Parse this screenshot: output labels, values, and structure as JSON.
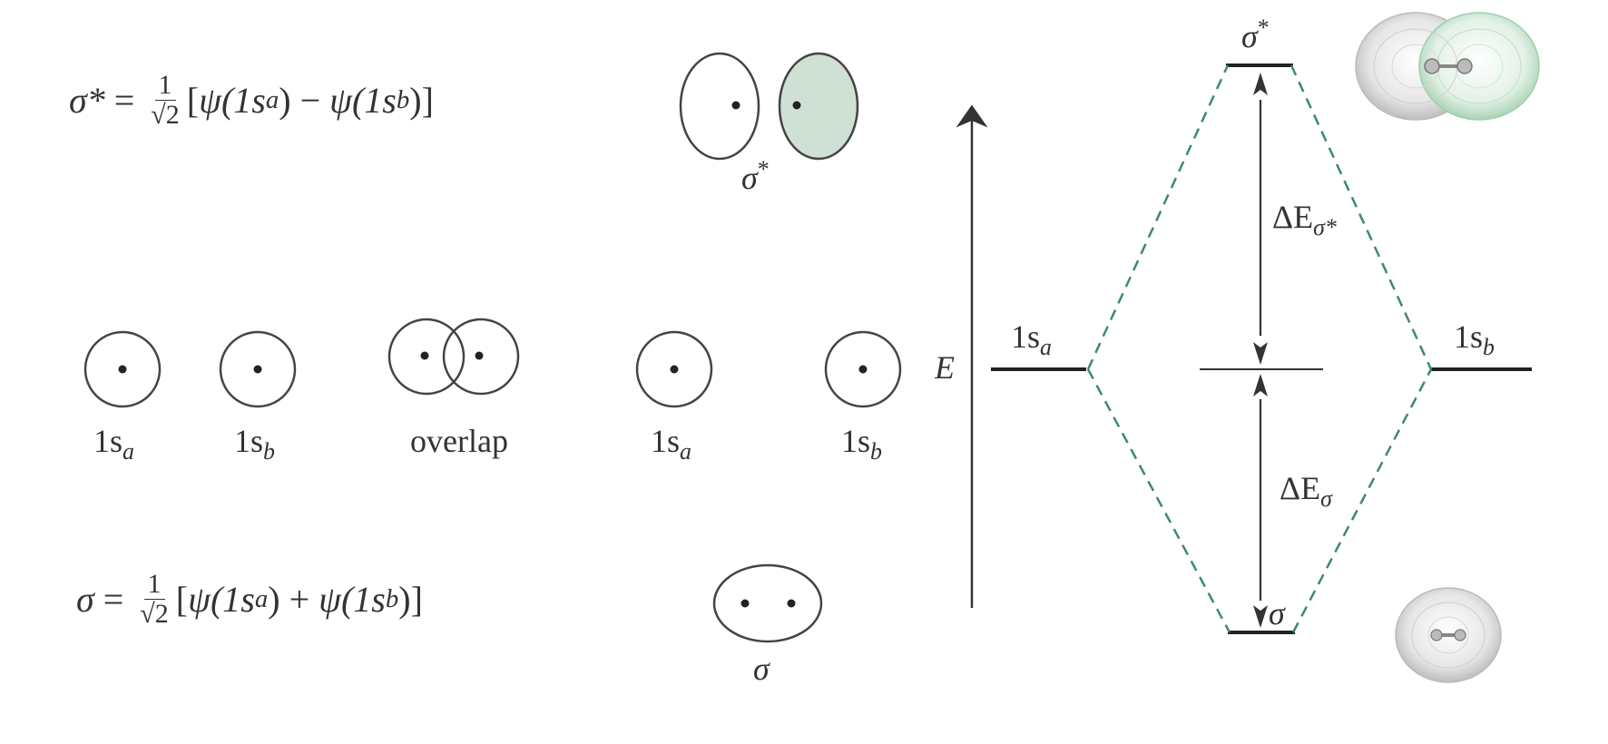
{
  "equations": {
    "antibonding": {
      "lhs": "σ*",
      "eq": "=",
      "frac_num": "1",
      "frac_den": "√2",
      "open": "[",
      "psi1": "ψ(1s",
      "sub1": "a",
      "close1": ")",
      "op": "−",
      "psi2": "ψ(1s",
      "sub2": "b",
      "close2": ")]"
    },
    "bonding": {
      "lhs": "σ",
      "eq": "=",
      "frac_num": "1",
      "frac_den": "√2",
      "open": "[",
      "psi1": "ψ(1s",
      "sub1": "a",
      "close1": ")",
      "op": "+",
      "psi2": "ψ(1s",
      "sub2": "b",
      "close2": ")]"
    }
  },
  "orbital_labels": {
    "s_a_main": "1s",
    "s_a_main_sub": "a",
    "s_b_main": "1s",
    "s_b_main_sub": "b",
    "overlap": "overlap",
    "s_a_right": "1s",
    "s_a_right_sub": "a",
    "s_b_right": "1s",
    "s_b_right_sub": "b",
    "sigma_star": "σ",
    "sigma_star_sup": "*",
    "sigma": "σ"
  },
  "energy_diagram": {
    "axis_label": "E",
    "level_left": "1s",
    "level_left_sub": "a",
    "level_right": "1s",
    "level_right_sub": "b",
    "top_level": "σ",
    "top_level_sup": "*",
    "bottom_level": "σ",
    "delta_top": "ΔE",
    "delta_top_sub": "σ*",
    "delta_bottom": "ΔE",
    "delta_bottom_sub": "σ"
  },
  "colors": {
    "line": "#333333",
    "dashed_green": "#3d8a6a",
    "antibonding_fill": "#cfe1d5",
    "mesh_gray": "#aaaaaa",
    "mesh_green": "#8fc7a0"
  }
}
